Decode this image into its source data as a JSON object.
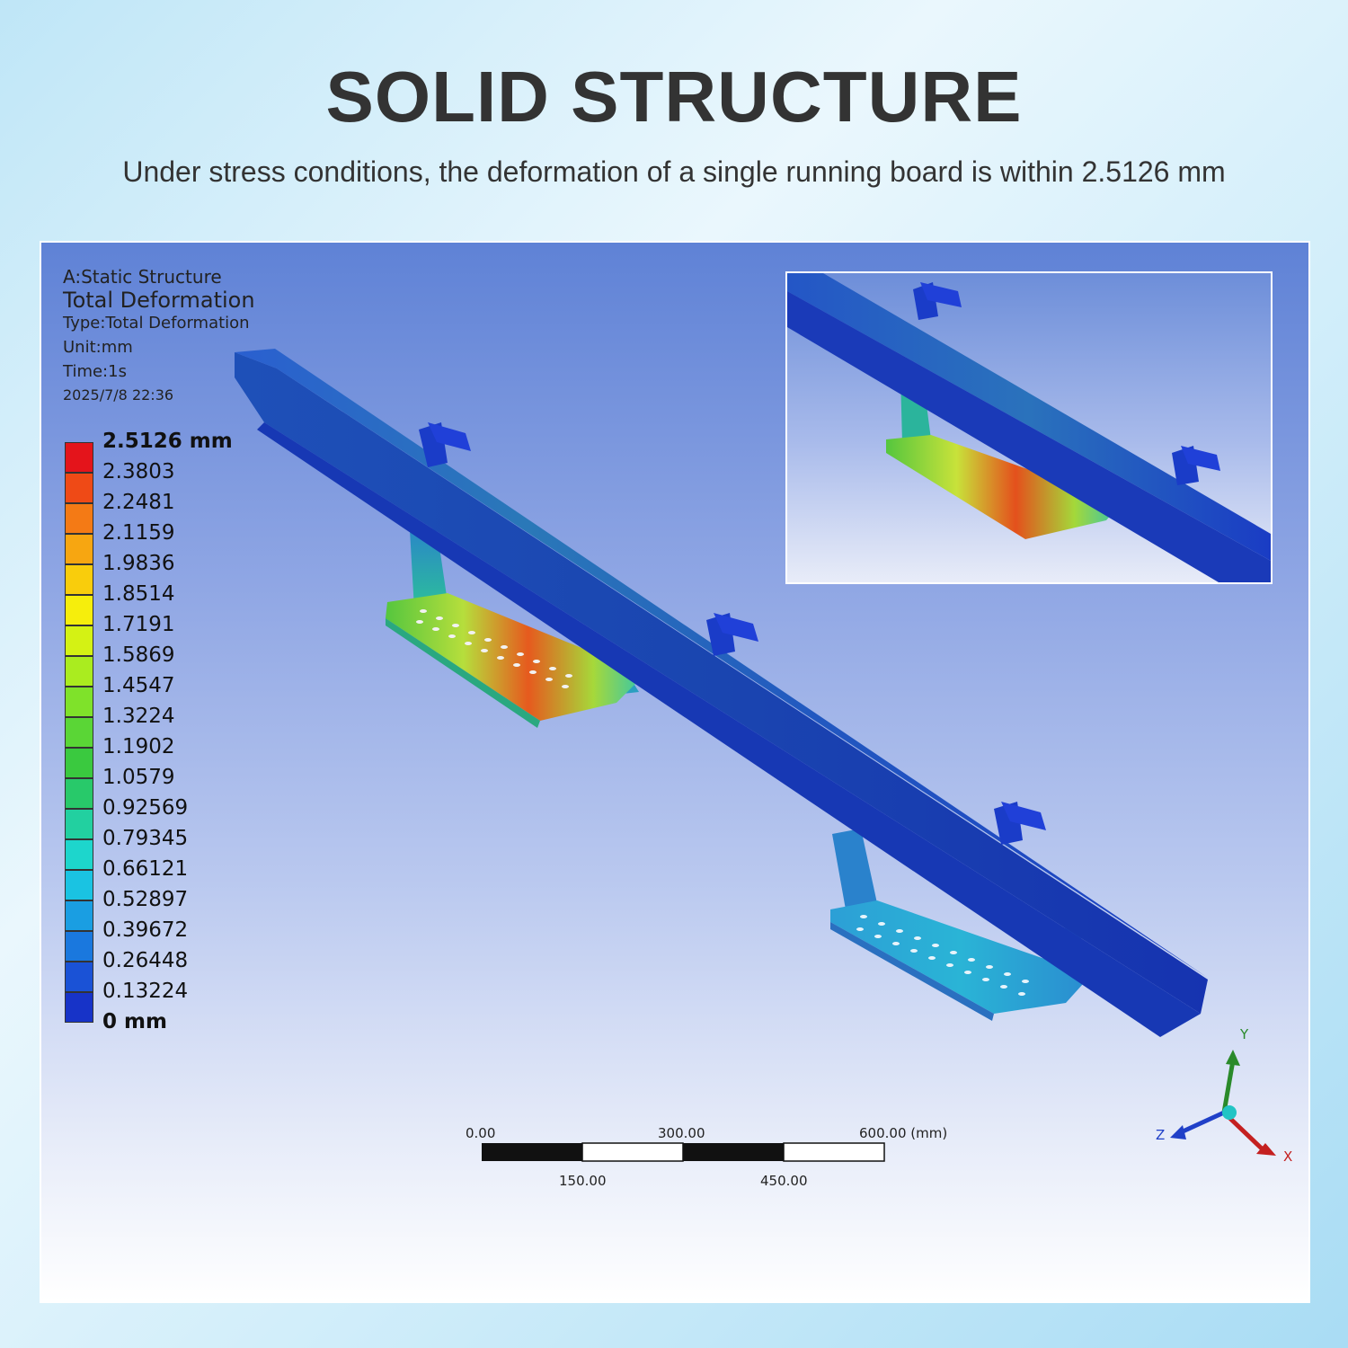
{
  "header": {
    "title": "SOLID STRUCTURE",
    "subtitle": "Under stress conditions, the deformation of a single running board is within 2.5126 mm"
  },
  "analysis": {
    "system": "A:Static Structure",
    "name": "Total Deformation",
    "type": "Type:Total Deformation",
    "unit": "Unit:mm",
    "time": "Time:1s",
    "date": "2025/7/8 22:36"
  },
  "legend": {
    "max_label": "2.5126 mm",
    "min_label": "0 mm",
    "values": [
      "2.5126 mm",
      "2.3803",
      "2.2481",
      "2.1159",
      "1.9836",
      "1.8514",
      "1.7191",
      "1.5869",
      "1.4547",
      "1.3224",
      "1.1902",
      "1.0579",
      "0.92569",
      "0.79345",
      "0.66121",
      "0.52897",
      "0.39672",
      "0.26448",
      "0.13224",
      "0 mm"
    ],
    "colors": [
      "#e4141b",
      "#ef4a16",
      "#f47a15",
      "#f7a611",
      "#f9cd0c",
      "#f6ee0c",
      "#d4f214",
      "#aaec1f",
      "#7fe22a",
      "#5ad636",
      "#3ac93f",
      "#28c96a",
      "#22d0a0",
      "#1dd6cc",
      "#1ac3e2",
      "#1a9ee2",
      "#1a78de",
      "#1a52d6",
      "#1733c8"
    ]
  },
  "scale_bar": {
    "top_labels": [
      "0.00",
      "300.00",
      "600.00 (mm)"
    ],
    "bottom_labels": [
      "150.00",
      "450.00"
    ]
  },
  "triad": {
    "x": "X",
    "y": "Y",
    "z": "Z"
  }
}
